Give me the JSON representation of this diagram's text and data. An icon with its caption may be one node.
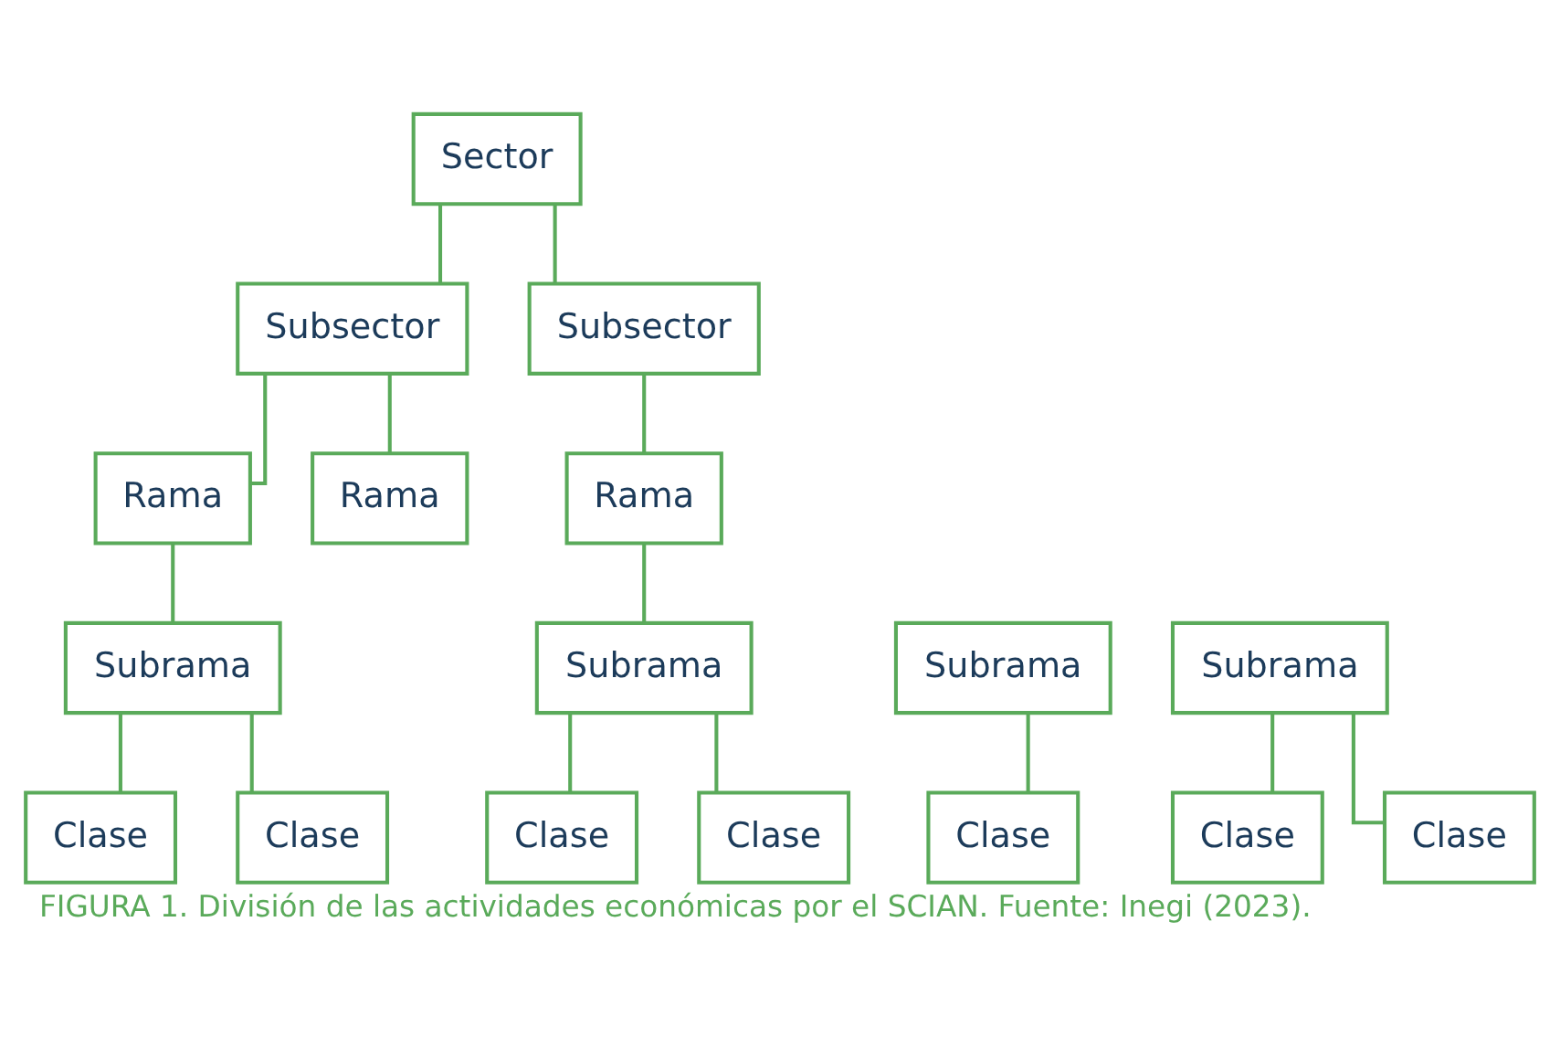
{
  "diagram": {
    "caption": "FIGURA 1. División de las actividades económicas por el SCIAN. Fuente: Inegi (2023).",
    "nodes": [
      {
        "text": [
          "Sector"
        ]
      },
      {
        "text": [
          "Subsector"
        ]
      },
      {
        "text": [
          "Subsector"
        ]
      },
      {
        "text": [
          "Rama"
        ]
      },
      {
        "text": [
          "Rama"
        ]
      },
      {
        "text": [
          "Rama"
        ]
      },
      {
        "text": [
          "Subrama"
        ]
      },
      {
        "text": [
          "Subrama"
        ]
      },
      {
        "text": [
          "Subrama"
        ]
      },
      {
        "text": [
          "Subrama"
        ]
      },
      {
        "text": [
          "Clase"
        ]
      },
      {
        "text": [
          "Clase"
        ]
      },
      {
        "text": [
          "Clase"
        ]
      },
      {
        "text": [
          "Clase"
        ]
      },
      {
        "text": [
          "Clase"
        ]
      },
      {
        "text": [
          "Clase"
        ]
      },
      {
        "text": [
          "Clase"
        ]
      }
    ],
    "edges": [
      {
        "from": 0,
        "to": 1,
        "arrow": "none"
      },
      {
        "from": 0,
        "to": 2,
        "arrow": "none"
      },
      {
        "from": 1,
        "to": 3,
        "arrow": "none"
      },
      {
        "from": 1,
        "to": 4,
        "arrow": "none"
      },
      {
        "from": 2,
        "to": 5,
        "arrow": "none"
      },
      {
        "from": 3,
        "to": 6,
        "arrow": "none"
      },
      {
        "from": 5,
        "to": 9,
        "arrow": "none"
      },
      {
        "from": 6,
        "to": 10,
        "arrow": "none"
      },
      {
        "from": 6,
        "to": 11,
        "arrow": "none"
      },
      {
        "from": 7,
        "to": 12,
        "arrow": "none"
      },
      {
        "from": 8,
        "to": 13,
        "arrow": "none"
      },
      {
        "from": 8,
        "to": 14,
        "arrow": "none"
      },
      {
        "from": 9,
        "to": 15,
        "arrow": "none"
      },
      {
        "from": 9,
        "to": 16,
        "arrow": "none"
      }
    ]
  }
}
